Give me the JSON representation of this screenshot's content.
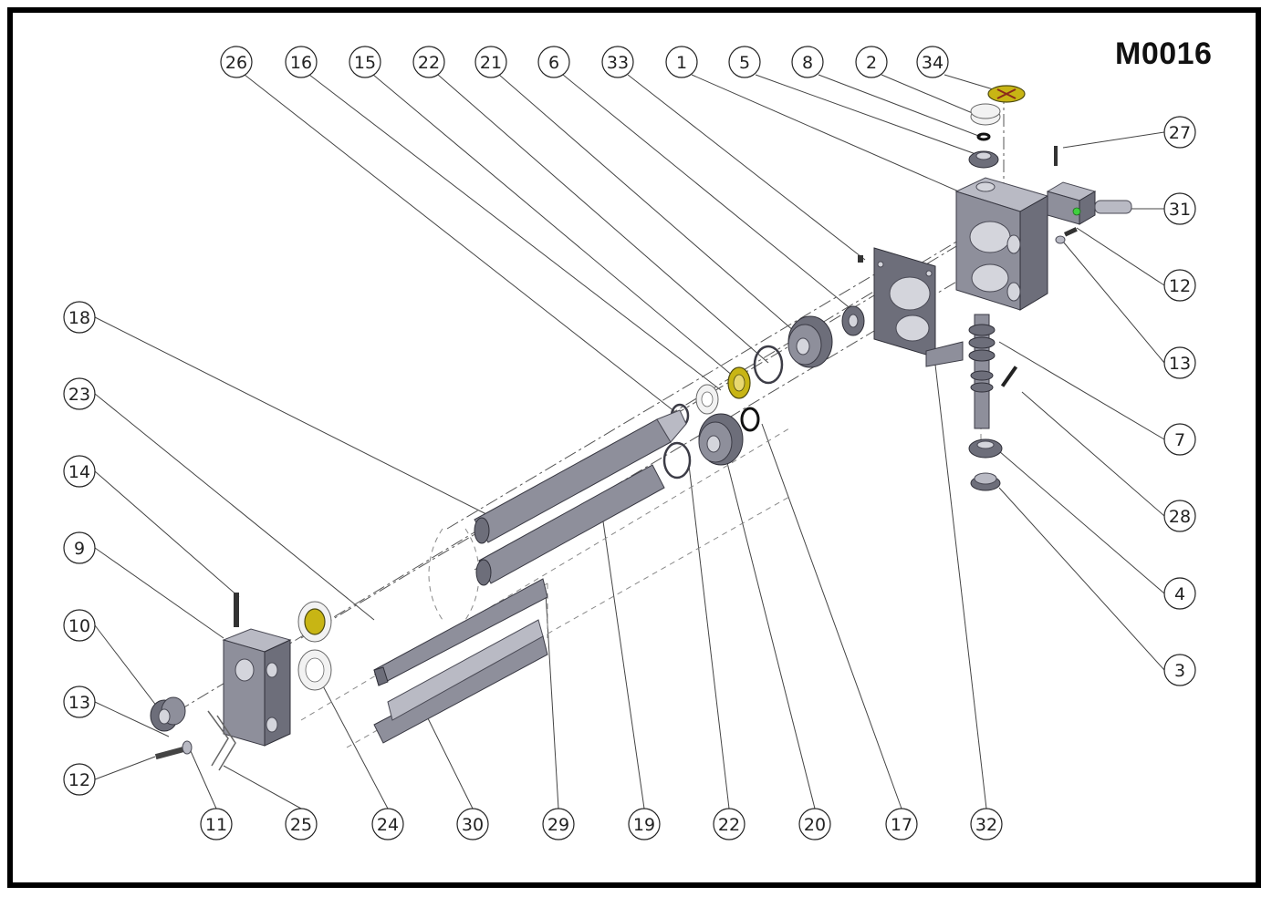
{
  "drawing": {
    "title": "M0016",
    "callouts": [
      "26",
      "16",
      "15",
      "22",
      "21",
      "6",
      "33",
      "1",
      "5",
      "8",
      "2",
      "34",
      "27",
      "31",
      "12",
      "13",
      "7",
      "28",
      "4",
      "3",
      "18",
      "23",
      "14",
      "9",
      "10",
      "13",
      "12",
      "11",
      "25",
      "24",
      "30",
      "29",
      "19",
      "22",
      "20",
      "17",
      "32"
    ]
  },
  "colors": {
    "frame": "#000000",
    "part_metal": "#8e8f9b",
    "bushing_gold": "#c8b514",
    "accent_green": "#3fcf3f"
  }
}
